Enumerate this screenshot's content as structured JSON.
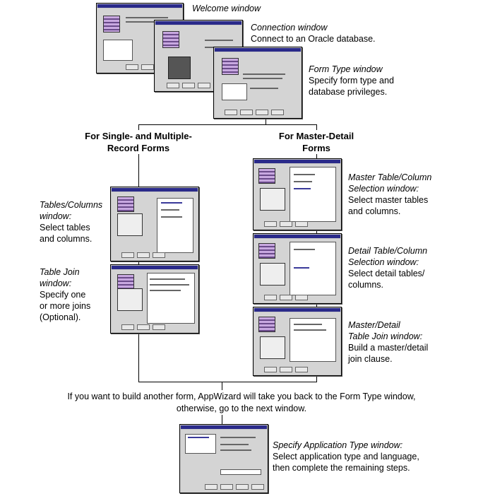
{
  "welcome": {
    "title": "Welcome window"
  },
  "connection": {
    "title": "Connection window",
    "desc": "Connect to an Oracle database."
  },
  "form_type": {
    "title": "Form Type window",
    "desc_line1": "Specify form type and",
    "desc_line2": "database privileges."
  },
  "branch_single": {
    "line1": "For Single- and Multiple-",
    "line2": "Record Forms"
  },
  "branch_master": {
    "line1": "For Master-Detail",
    "line2": "Forms"
  },
  "tables_columns": {
    "title_line1": "Tables/Columns",
    "title_line2": "window",
    "desc_line1": "Select tables",
    "desc_line2": "and columns."
  },
  "table_join": {
    "title_line1": "Table Join",
    "title_line2": "window",
    "desc_line1": "Specify one",
    "desc_line2": "or more joins",
    "desc_line3": "(Optional)."
  },
  "master_table": {
    "title_line1": "Master Table/Column",
    "title_line2": "Selection window",
    "desc_line1": "Select master tables",
    "desc_line2": "and columns."
  },
  "detail_table": {
    "title_line1": "Detail Table/Column",
    "title_line2": "Selection window:",
    "desc_line1": "Select detail tables/",
    "desc_line2": "columns."
  },
  "master_detail_join": {
    "title_line1": "Master/Detail",
    "title_line2": "Table Join window",
    "desc_line1": "Build a master/detail",
    "desc_line2": "join clause."
  },
  "loop_note": {
    "line1": "If you want to build another form, AppWizard will take you back to the Form Type window,",
    "line2": "otherwise, go to the next window."
  },
  "app_type": {
    "title": "Specify Application Type window",
    "desc_line1": "Select application type and language,",
    "desc_line2": "then complete the remaining steps."
  }
}
